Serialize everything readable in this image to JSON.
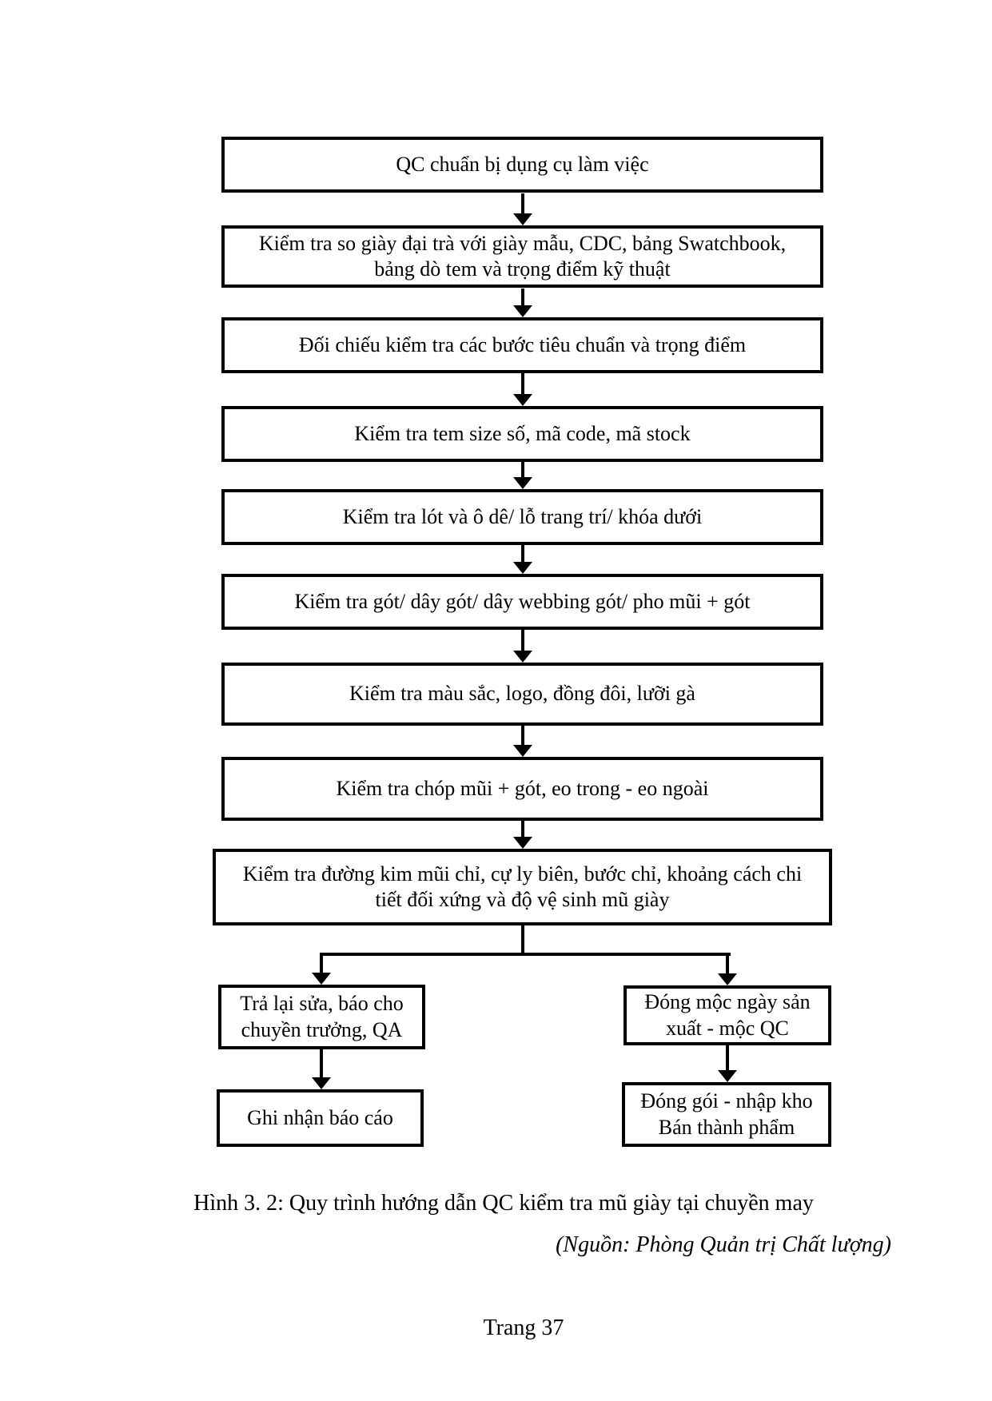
{
  "document": {
    "caption": "Hình 3. 2: Quy trình hướng dẫn QC kiểm tra mũ giày tại chuyền may",
    "source": "(Nguồn: Phòng Quản trị Chất lượng)",
    "page_number": "Trang 37"
  },
  "flowchart": {
    "colors": {
      "line": "#000000",
      "box_background": "#ffffff",
      "text": "#000000"
    },
    "main_steps": [
      {
        "label": "QC chuẩn bị dụng cụ làm việc"
      },
      {
        "label": "Kiểm tra so giày đại trà với giày mẫu, CDC, bảng Swatchbook,\nbảng dò tem và trọng điểm kỹ thuật"
      },
      {
        "label": "Đối chiếu kiểm tra các bước tiêu chuẩn và trọng điểm"
      },
      {
        "label": "Kiểm tra tem size số, mã code, mã stock"
      },
      {
        "label": "Kiểm tra lót và ô dê/ lỗ trang trí/ khóa dưới"
      },
      {
        "label": "Kiểm tra gót/ dây gót/ dây webbing gót/ pho mũi + gót"
      },
      {
        "label": "Kiểm tra màu sắc, logo, đồng đôi, lưỡi gà"
      },
      {
        "label": "Kiểm tra chóp mũi + gót, eo trong - eo ngoài"
      },
      {
        "label": "Kiểm tra đường kim mũi chỉ, cự ly biên, bước chỉ, khoảng cách chi\ntiết đối xứng và độ vệ sinh mũ giày"
      }
    ],
    "branch_left": [
      {
        "label": "Trả lại sửa, báo cho\nchuyền trưởng, QA"
      },
      {
        "label": "Ghi nhận báo cáo"
      }
    ],
    "branch_right": [
      {
        "label": "Đóng mộc ngày sản\nxuất - mộc QC"
      },
      {
        "label": "Đóng gói - nhập kho\nBán thành phẩm"
      }
    ]
  }
}
